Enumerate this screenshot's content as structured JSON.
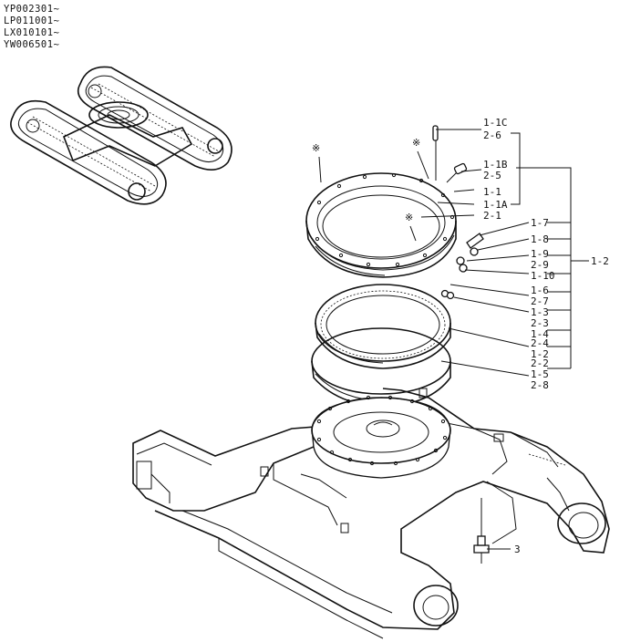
{
  "serial_numbers": [
    "YP002301~",
    "LP011001~",
    "LX010101~",
    "YW006501~"
  ],
  "callouts": {
    "c_1_1C": "1-1C",
    "c_2_6": "2-6",
    "c_1_1B": "1-1B",
    "c_2_5": "2-5",
    "c_1_1": "1-1",
    "c_1_1A": "1-1A",
    "c_2_1": "2-1",
    "c_1_7": "1-7",
    "c_1_8": "1-8",
    "c_1_9": "1-9",
    "c_2_9": "2-9",
    "c_1_10": "1-10",
    "c_1_6": "1-6",
    "c_2_7": "2-7",
    "c_1_3": "1-3",
    "c_2_3": "2-3",
    "c_1_4": "1-4",
    "c_2_4": "2-4",
    "c_1_2": "1-2",
    "c_2_2": "2-2",
    "c_1_5": "1-5",
    "c_2_8": "2-8",
    "c_group_1_2": "1-2",
    "c_3": "3"
  },
  "marks": {
    "reference_mark": "※"
  }
}
